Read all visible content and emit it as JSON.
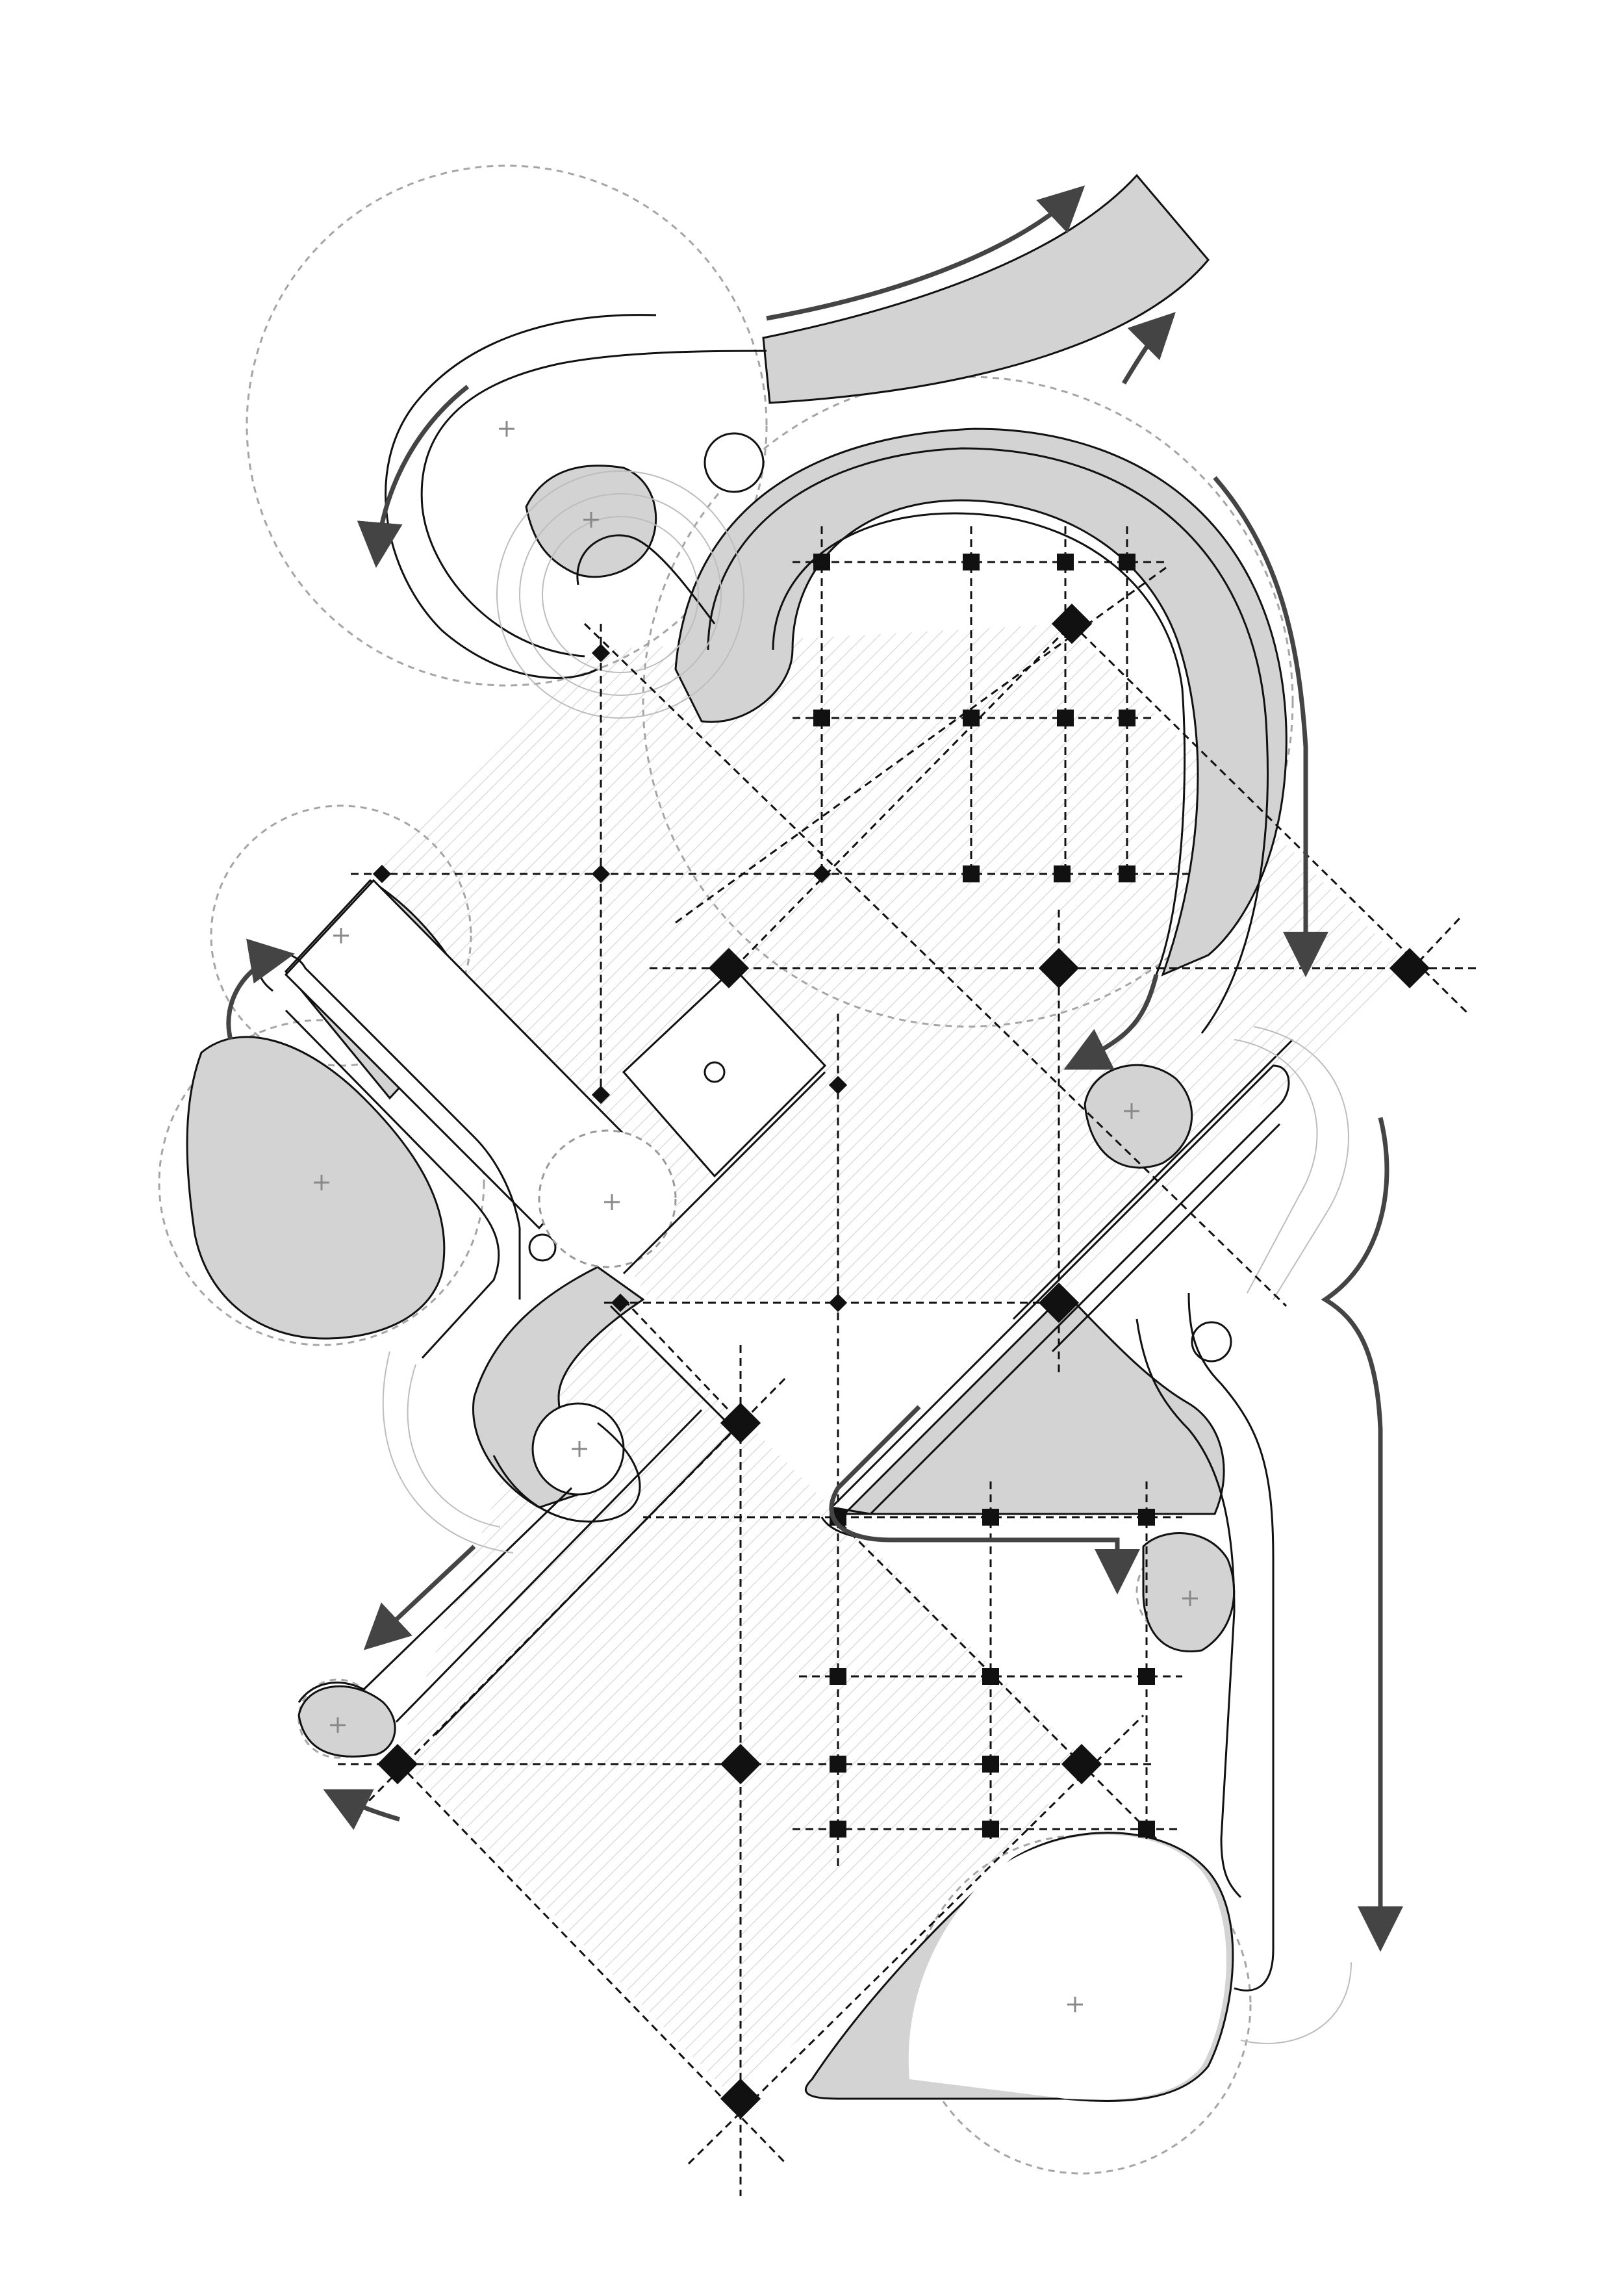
{
  "palette": {
    "background": "#ffffff",
    "ink": "#111111",
    "fill_gray": "#d3d3d3",
    "hatch": "#cccccc",
    "guide": "#9c9c9c",
    "arrow": "#444444"
  },
  "icons": {
    "node": "diamond",
    "node_small": "square",
    "origin": "plus",
    "flow": "arrow"
  }
}
